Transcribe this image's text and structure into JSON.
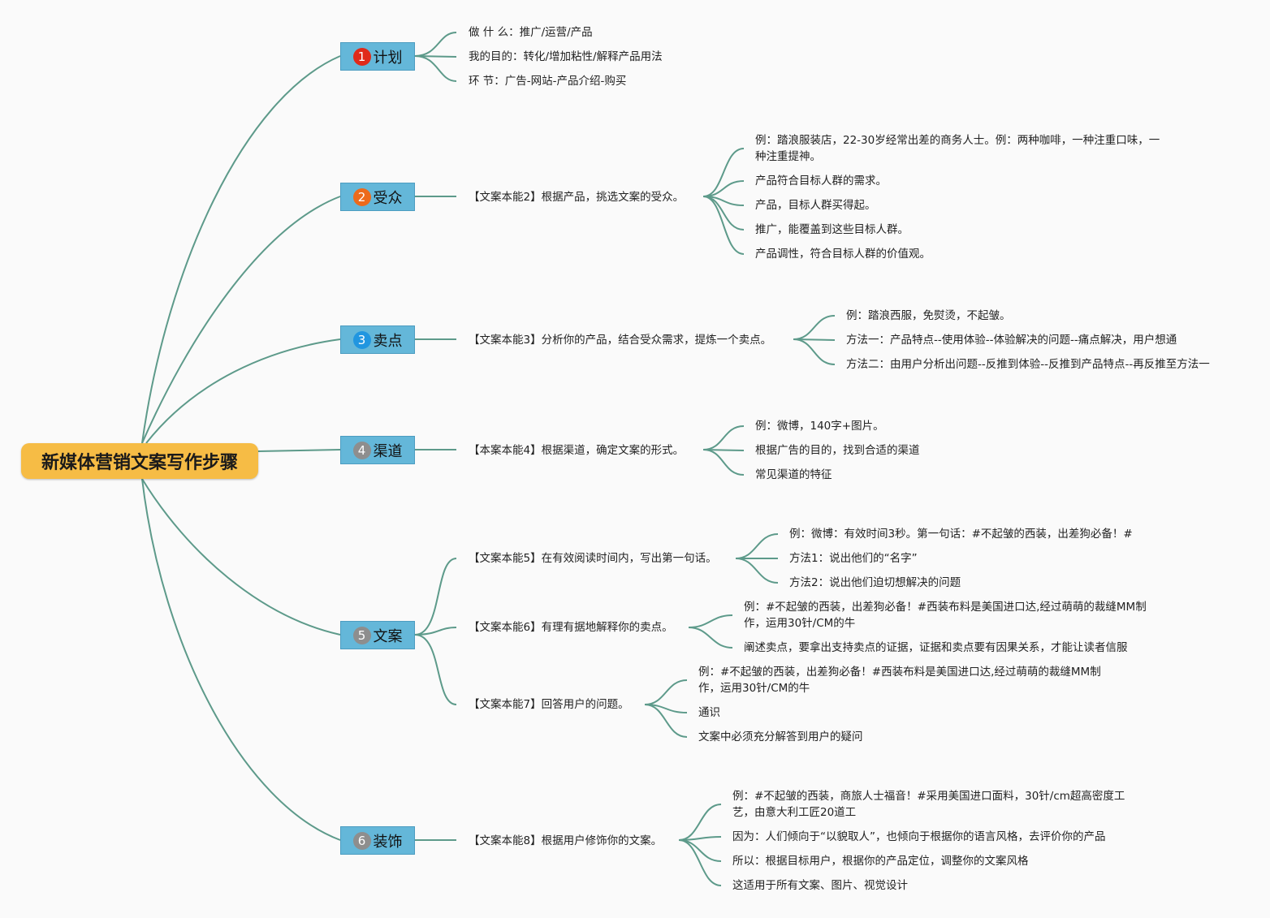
{
  "title": "新媒体营销文案写作步骤",
  "colors": {
    "root": "#f6bc45",
    "branch": "#64b7d9",
    "link": "#5d9a8a",
    "badge_red": "#e02a1a",
    "badge_orange": "#ec6a1c",
    "badge_blue": "#2196e0",
    "badge_gray": "#8e8e8e"
  },
  "branches": [
    {
      "num": "1",
      "label": "计划",
      "badge_color": "#e02a1a",
      "items": [
        "做 什 么：推广/运营/产品",
        "我的目的：转化/增加粘性/解释产品用法",
        "环 节：广告-网站-产品介绍-购买"
      ]
    },
    {
      "num": "2",
      "label": "受众",
      "badge_color": "#ec6a1c",
      "topics": [
        {
          "text": "【文案本能2】根据产品，挑选文案的受众。",
          "items": [
            "例：踏浪服装店，22-30岁经常出差的商务人士。例：两种咖啡，一种注重口味，一种注重提神。",
            "产品符合目标人群的需求。",
            "产品，目标人群买得起。",
            "推广，能覆盖到这些目标人群。",
            "产品调性，符合目标人群的价值观。"
          ]
        }
      ]
    },
    {
      "num": "3",
      "label": "卖点",
      "badge_color": "#2196e0",
      "topics": [
        {
          "text": "【文案本能3】分析你的产品，结合受众需求，提炼一个卖点。",
          "items": [
            "例：踏浪西服，免熨烫，不起皱。",
            "方法一：产品特点--使用体验--体验解决的问题--痛点解决，用户想通",
            "方法二：由用户分析出问题--反推到体验--反推到产品特点--再反推至方法一"
          ]
        }
      ]
    },
    {
      "num": "4",
      "label": "渠道",
      "badge_color": "#8e8e8e",
      "topics": [
        {
          "text": "【本案本能4】根据渠道，确定文案的形式。",
          "items": [
            "例：微博，140字+图片。",
            "根据广告的目的，找到合适的渠道",
            "常见渠道的特征"
          ]
        }
      ]
    },
    {
      "num": "5",
      "label": "文案",
      "badge_color": "#8e8e8e",
      "topics": [
        {
          "text": "【文案本能5】在有效阅读时间内，写出第一句话。",
          "items": [
            "例：微博：有效时间3秒。第一句话：#不起皱的西装，出差狗必备！#",
            "方法1：说出他们的“名字”",
            "方法2：说出他们迫切想解决的问题"
          ]
        },
        {
          "text": "【文案本能6】有理有据地解释你的卖点。",
          "items": [
            "例：#不起皱的西装，出差狗必备！#西装布料是美国进口达,经过萌萌的裁缝MM制作，运用30针/CM的牛",
            "阐述卖点，要拿出支持卖点的证据，证据和卖点要有因果关系，才能让读者信服"
          ]
        },
        {
          "text": "【文案本能7】回答用户的问题。",
          "items": [
            "例：#不起皱的西装，出差狗必备！#西装布料是美国进口达,经过萌萌的裁缝MM制作，运用30针/CM的牛",
            "通识",
            "文案中必须充分解答到用户的疑问"
          ]
        }
      ]
    },
    {
      "num": "6",
      "label": "装饰",
      "badge_color": "#8e8e8e",
      "topics": [
        {
          "text": "【文案本能8】根据用户修饰你的文案。",
          "items": [
            "例：#不起皱的西装，商旅人士福音！#采用美国进口面料，30针/cm超高密度工艺，由意大利工匠20道工",
            "因为：人们倾向于“以貌取人”，也倾向于根据你的语言风格，去评价你的产品",
            "所以：根据目标用户，根据你的产品定位，调整你的文案风格",
            "这适用于所有文案、图片、视觉设计"
          ]
        }
      ]
    }
  ]
}
